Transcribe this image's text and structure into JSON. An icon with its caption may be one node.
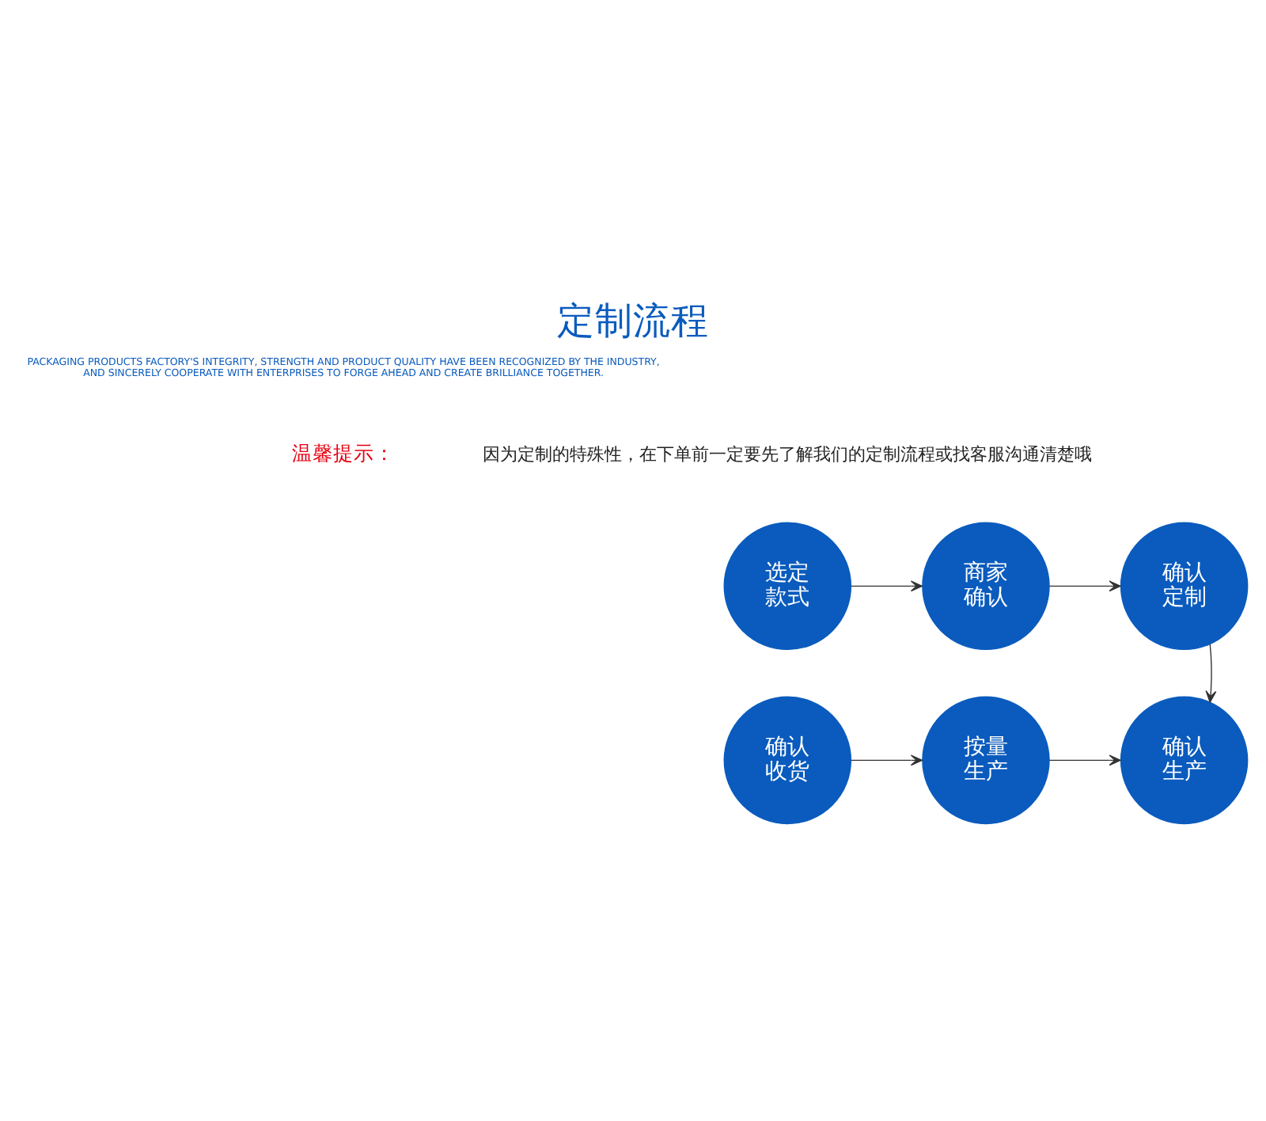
{
  "diagram": {
    "title": "定制流程",
    "nodes": [
      {
        "text": [
          "选定款式"
        ]
      },
      {
        "text": [
          "商家确认"
        ]
      },
      {
        "text": [
          "确认定制"
        ]
      },
      {
        "text": [
          "确认收货"
        ]
      },
      {
        "text": [
          "按量生产"
        ]
      },
      {
        "text": [
          "确认生产"
        ]
      }
    ],
    "edges": [
      {
        "from": 0,
        "to": 1,
        "arrow": "to"
      },
      {
        "from": 1,
        "to": 2,
        "arrow": "to"
      },
      {
        "from": 2,
        "to": 5,
        "arrow": "to"
      },
      {
        "from": 3,
        "to": 4,
        "arrow": "to"
      },
      {
        "from": 4,
        "to": 5,
        "arrow": "to"
      }
    ],
    "labels": [
      "PACKAGING PRODUCTS FACTORY'S INTEGRITY, STRENGTH AND PRODUCT QUALITY HAVE BEEN RECOGNIZED BY THE INDUSTRY, AND SINCERELY COOPERATE WITH ENTERPRISES TO FORGE AHEAD AND CREATE BRILLIANCE TOGETHER.",
      "温馨提示：",
      "因为定制的特殊性，在下单前一定要先了解我们的定制流程或找客服沟通清楚哦"
    ]
  }
}
